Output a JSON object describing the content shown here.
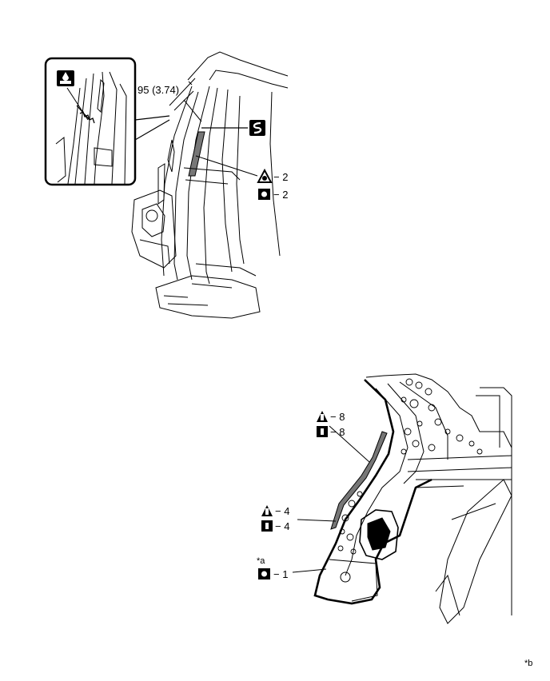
{
  "diagram": {
    "top": {
      "dimension": "95 (3.74)",
      "callouts": [
        {
          "symbol": "spot-weld-icon",
          "text": "2"
        },
        {
          "symbol": "plug-weld-icon",
          "text": "2"
        }
      ],
      "inset_symbol": "sealer-icon",
      "section_symbol": "body-sealer-icon"
    },
    "bottom": {
      "note": "*a",
      "callouts": [
        {
          "symbol": "brazing-icon",
          "text": "8"
        },
        {
          "symbol": "mig-weld-icon",
          "text": "8"
        },
        {
          "symbol": "brazing-icon",
          "text": "4"
        },
        {
          "symbol": "mig-weld-icon",
          "text": "4"
        },
        {
          "symbol": "plug-weld-icon",
          "text": "1"
        }
      ]
    },
    "corner_note": "*b"
  }
}
